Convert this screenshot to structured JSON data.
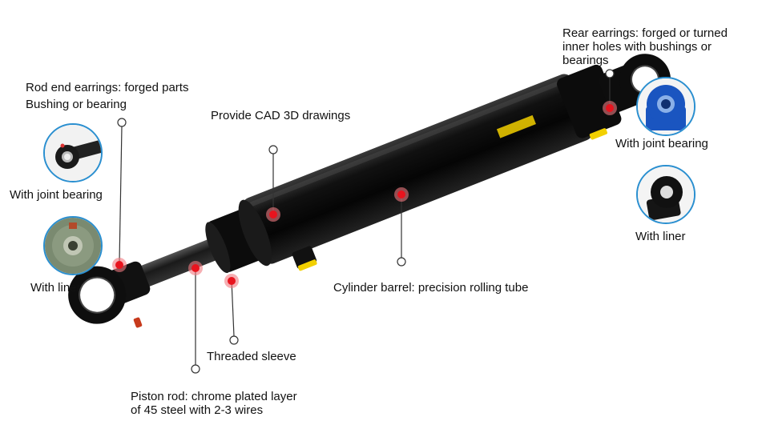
{
  "labels": {
    "rod_end": "Rod end earrings: forged parts\nBushing or bearing",
    "cad": "Provide CAD 3D drawings",
    "rear": "Rear earrings: forged or turned\ninner holes with bushings or\nbearings",
    "left_joint": "With joint bearing",
    "left_liner": "With liner",
    "right_joint": "With joint bearing",
    "right_liner": "With liner",
    "barrel": "Cylinder barrel: precision rolling tube",
    "sleeve": "Threaded sleeve",
    "piston": "Piston rod: chrome plated layer\nof 45 steel with 2-3 wires"
  },
  "colors": {
    "callout_line": "#333333",
    "marker": "#e8141e",
    "thumb_border": "#2a8fd0",
    "cylinder": "#0d0d0d",
    "port": "#f2d000",
    "bearing_blue": "#1a55c0",
    "liner_green": "#7a8a70"
  }
}
